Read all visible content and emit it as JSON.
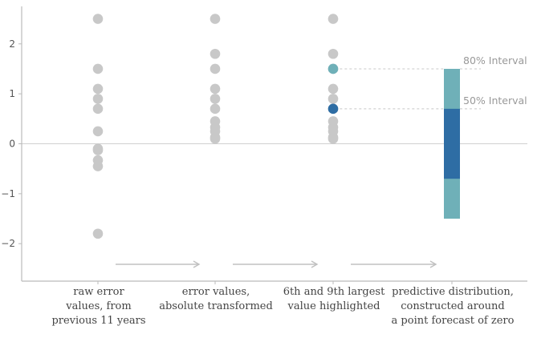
{
  "chart_data": {
    "type": "scatter",
    "ylim": [
      -2.75,
      2.75
    ],
    "yticks": [
      {
        "value": 2,
        "label": "2"
      },
      {
        "value": 1,
        "label": "1"
      },
      {
        "value": 0,
        "label": "0"
      },
      {
        "value": -1,
        "label": "−1"
      },
      {
        "value": -2,
        "label": "−2"
      }
    ],
    "grid": false,
    "columns": [
      {
        "label_lines": [
          "raw error",
          "values, from",
          "previous 11 years"
        ],
        "points": [
          2.5,
          1.5,
          1.1,
          0.9,
          0.7,
          0.25,
          -0.1,
          -0.13,
          -0.33,
          -0.45,
          -1.8
        ],
        "highlight": []
      },
      {
        "label_lines": [
          "error values,",
          "absolute transformed"
        ],
        "points": [
          2.5,
          1.8,
          1.5,
          1.1,
          0.9,
          0.7,
          0.45,
          0.33,
          0.25,
          0.13,
          0.1
        ],
        "highlight": []
      },
      {
        "label_lines": [
          "6th and 9th largest",
          "value highlighted"
        ],
        "points": [
          2.5,
          1.8,
          1.5,
          1.1,
          0.9,
          0.7,
          0.45,
          0.33,
          0.25,
          0.13,
          0.1
        ],
        "highlight": [
          {
            "rank": 6,
            "value": 0.7,
            "color": "#2e6da4"
          },
          {
            "rank": 9,
            "value": 1.5,
            "color": "#6fb0b8"
          }
        ]
      },
      {
        "label_lines": [
          "predictive distribution,",
          "constructed around",
          "a point forecast of zero"
        ],
        "points": [],
        "intervals": [
          {
            "label": "80% Interval",
            "low": -1.5,
            "high": 1.5,
            "color": "#6fb0b8"
          },
          {
            "label": "50% Interval",
            "low": -0.7,
            "high": 0.7,
            "color": "#2e6da4"
          }
        ]
      }
    ],
    "colors": {
      "point": "#c8c8c8",
      "axis": "#bbbbbb",
      "arrow": "#c0c0c0",
      "connector": "#c8c8c8",
      "zero_line": "#d0d0d0"
    }
  }
}
